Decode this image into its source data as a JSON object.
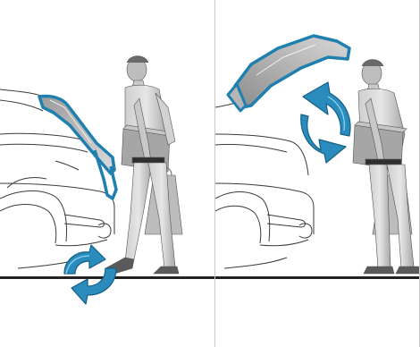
{
  "figure": {
    "panels": [
      {
        "step": "foot-gesture-under-bumper",
        "motion": "foot-kick-arrow"
      },
      {
        "step": "tailgate-opening",
        "motion": "up-down-arrow"
      }
    ],
    "colors": {
      "highlight": "#1f7fae",
      "highlight_light": "#4fb2d9",
      "line": "#3a3a3a",
      "ground": "#222222",
      "figure_shade": "#9a9a9a"
    }
  }
}
